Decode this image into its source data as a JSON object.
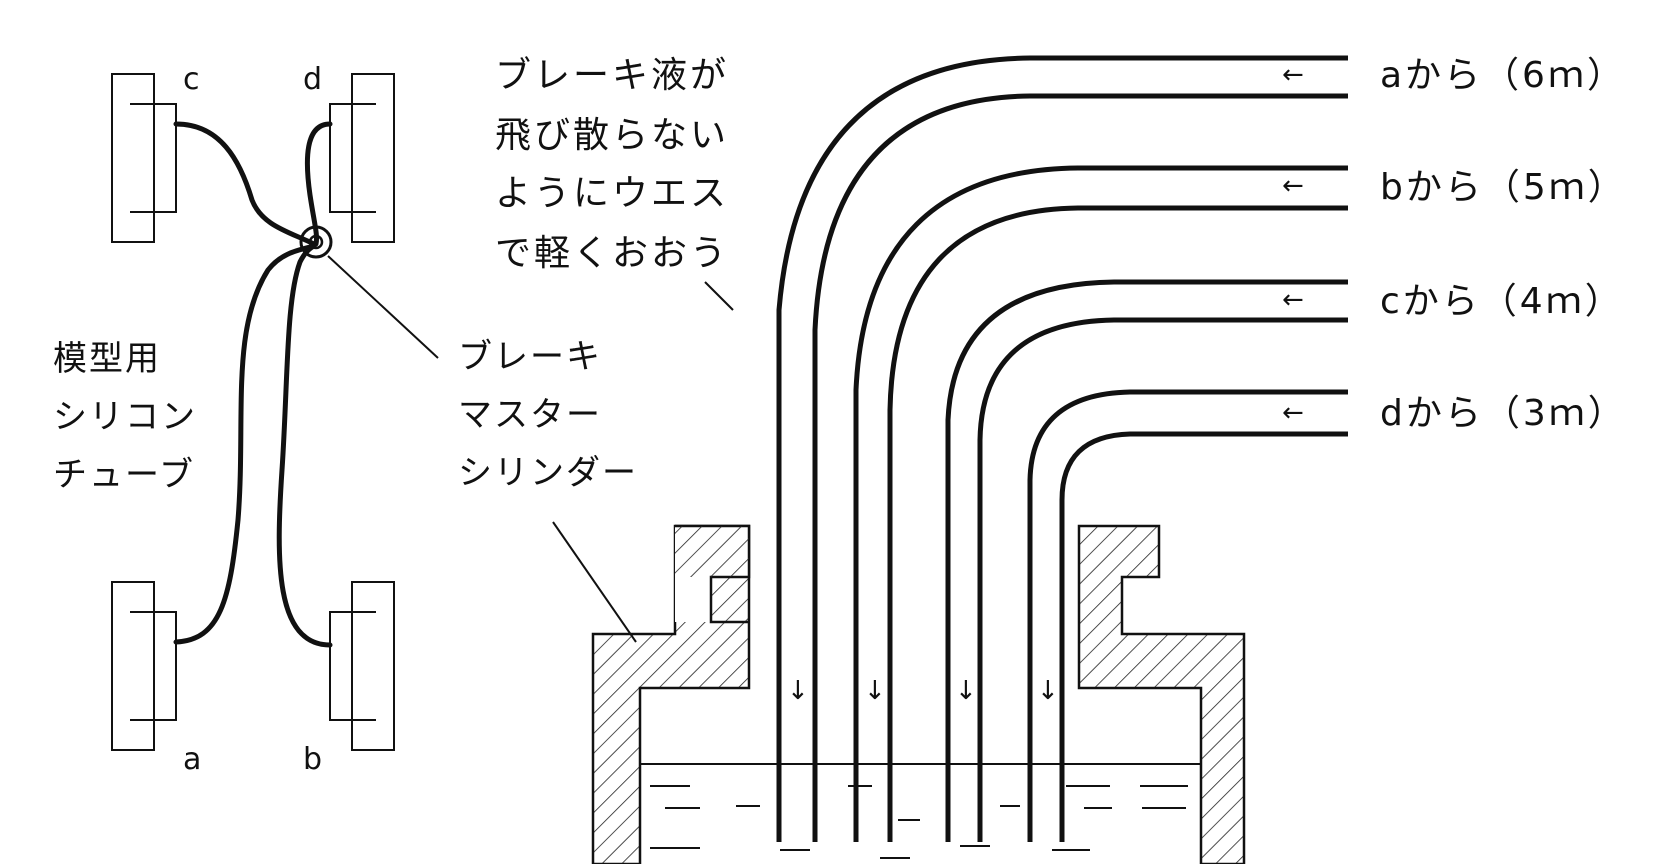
{
  "wheels": {
    "a": "a",
    "b": "b",
    "c": "c",
    "d": "d"
  },
  "labels": {
    "tube": [
      "模型用",
      "シリコン",
      "チューブ"
    ],
    "master_cylinder": [
      "ブレーキ",
      "マスター",
      "シリンダー"
    ],
    "cover_note": [
      "ブレーキ液が",
      "飛び散らない",
      "ようにウエス",
      "で軽くおおう"
    ]
  },
  "lines": [
    {
      "arrow": "←",
      "label": "aから（6ｍ）"
    },
    {
      "arrow": "←",
      "label": "bから（5ｍ）"
    },
    {
      "arrow": "←",
      "label": "cから（4ｍ）"
    },
    {
      "arrow": "←",
      "label": "dから（3ｍ）"
    }
  ],
  "flow_marks": [
    "↓",
    "↓",
    "↓",
    "↓"
  ]
}
